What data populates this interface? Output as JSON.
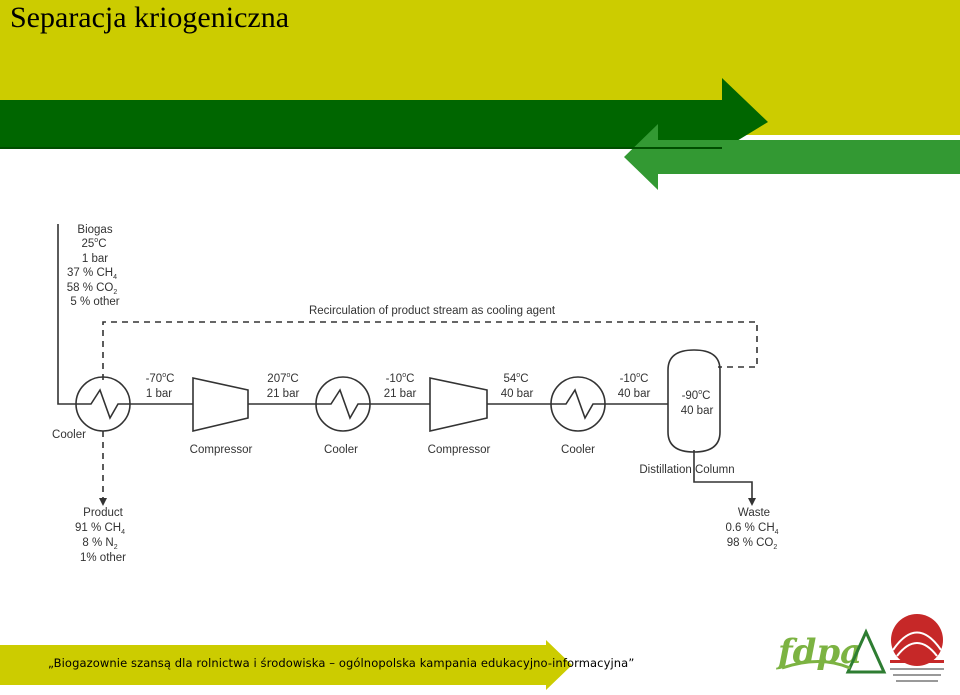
{
  "slide": {
    "title": "Separacja kriogeniczna",
    "footer": "„Biogazownie szansą dla rolnictwa i środowiska – ogólnopolska kampania edukacyjno-informacyjna”"
  },
  "colors": {
    "band": "#cccc00",
    "dark_green": "#006600",
    "light_green": "#339933",
    "footer_arrow": "#cccc00"
  },
  "diagram": {
    "biogas": {
      "label": "Biogas",
      "temp": "25",
      "temp_unit": "C",
      "pressure": "1 bar",
      "ch4": "37 % CH",
      "ch4_sub": "4",
      "co2": "58 % CO",
      "co2_sub": "2",
      "other": "5 % other"
    },
    "recirculation_label": "Recirculation of product stream as cooling agent",
    "units": [
      {
        "name": "Cooler"
      },
      {
        "name": "Compressor"
      },
      {
        "name": "Cooler"
      },
      {
        "name": "Compressor"
      },
      {
        "name": "Cooler"
      },
      {
        "name": "Distillation Column"
      }
    ],
    "streams": [
      {
        "temp": "-70",
        "pressure": "1 bar"
      },
      {
        "temp": "207",
        "pressure": "21 bar"
      },
      {
        "temp": "-10",
        "pressure": "21 bar"
      },
      {
        "temp": "54",
        "pressure": "40 bar"
      },
      {
        "temp": "-10",
        "pressure": "40 bar"
      }
    ],
    "column_state": {
      "temp": "-90",
      "pressure": "40 bar"
    },
    "temp_unit": "C",
    "product": {
      "label": "Product",
      "ch4": "91 % CH",
      "ch4_sub": "4",
      "n2": "8 % N",
      "n2_sub": "2",
      "other": "1% other"
    },
    "waste": {
      "label": "Waste",
      "ch4": "0.6 % CH",
      "ch4_sub": "4",
      "co2": "98 % CO",
      "co2_sub": "2"
    }
  },
  "logos": {
    "fdpa": "fdpa"
  }
}
